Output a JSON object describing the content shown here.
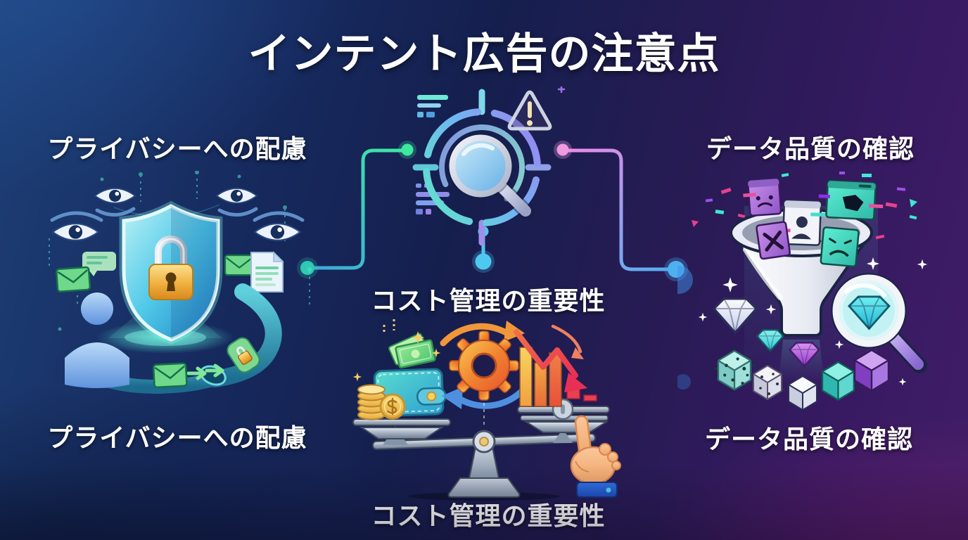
{
  "title": "インテント広告の注意点",
  "sections": {
    "privacy": {
      "top_label": "プライバシーへの配慮",
      "bottom_label": "プライバシーへの配慮",
      "illustration": "privacy-shield-lock",
      "icons": [
        "eye-icon",
        "shield-icon",
        "padlock-icon",
        "envelope-icon",
        "chat-bubble-icon",
        "document-icon",
        "user-silhouette-icon",
        "data-pipe-icon",
        "arrow-right-icon",
        "glow-platform"
      ]
    },
    "cost": {
      "top_label": "コスト管理の重要性",
      "bottom_label": "コスト管理の重要性",
      "top_illustration": "target-magnifier-warning",
      "top_icons": [
        "target-icon",
        "magnifier-icon",
        "warning-triangle-icon",
        "text-lines-icon"
      ],
      "illustration": "balance-scale-cost",
      "icons": [
        "balance-scale-icon",
        "wallet-icon",
        "cash-icon",
        "coin-stack-icon",
        "dollar-coin-icon",
        "gear-icon",
        "cycle-arrows-icon",
        "declining-bar-chart-icon",
        "downtrend-arrow-icon",
        "pointing-hand-icon"
      ]
    },
    "quality": {
      "top_label": "データ品質の確認",
      "bottom_label": "データ品質の確認",
      "illustration": "data-quality-funnel",
      "icons": [
        "funnel-icon",
        "corrupt-card-icon",
        "glitch-window-icon",
        "profile-card-icon",
        "diamond-gem-icon",
        "data-cube-icon",
        "noisy-cube-icon",
        "magnifier-gem-icon",
        "sparkle-icon"
      ]
    }
  },
  "connectors": {
    "left": {
      "from": "privacy-illustration",
      "to": "target-icon",
      "color_start": "#3fa8d8",
      "color_end": "#3fe8a4"
    },
    "right": {
      "from": "target-icon",
      "to": "quality-illustration",
      "color_start": "#f08ae8",
      "color_end": "#4fb0f0"
    },
    "center": {
      "from": "target-icon",
      "to": "cost-section",
      "color": "#4fc4f0"
    }
  },
  "palette": {
    "bg_top_left": "#1d3f76",
    "bg_bottom_left": "#0e1c47",
    "bg_top_right": "#411e67",
    "bg_bottom_right": "#2a1540",
    "bg_magenta_glow": "#8a2468",
    "text": "#ffffff"
  }
}
